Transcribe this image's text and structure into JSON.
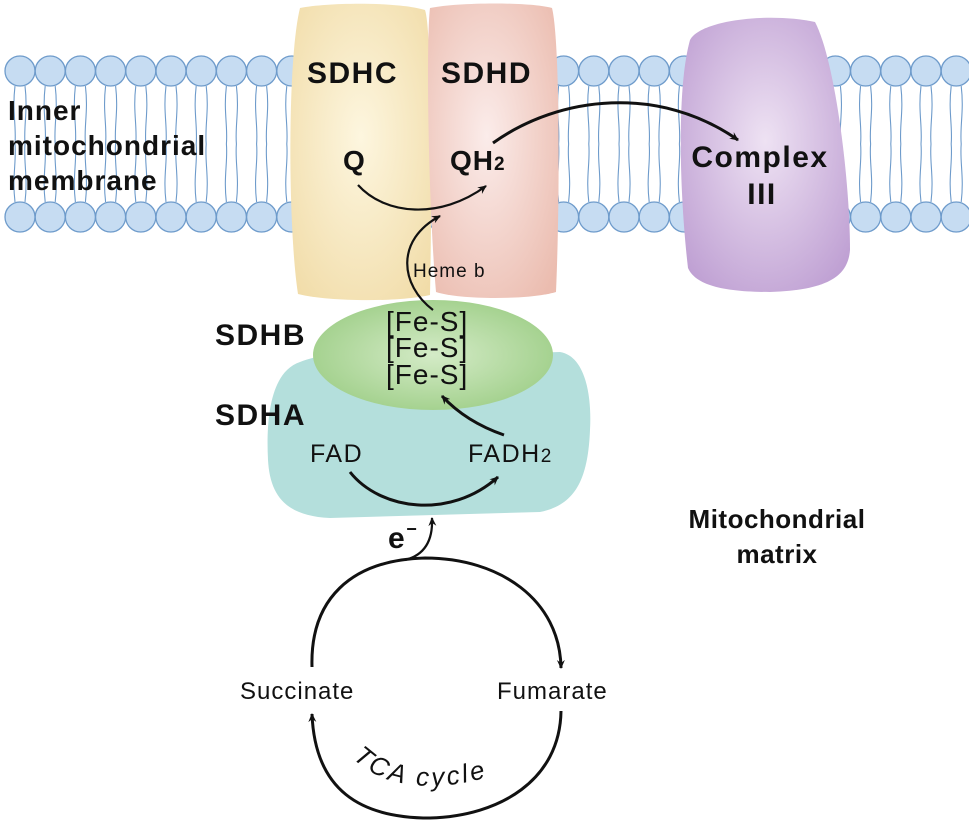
{
  "membrane": {
    "label_lines": [
      "Inner",
      "mitochondrial",
      "membrane"
    ],
    "head_color": "#c6dcf2",
    "outline_color": "#6e9bcb"
  },
  "proteins": {
    "sdhc": {
      "label": "SDHC",
      "color": "#f5e2b4"
    },
    "sdhd": {
      "label": "SDHD",
      "color": "#f0c9bf"
    },
    "sdhb": {
      "label": "SDHB",
      "color": "#a6d28e"
    },
    "sdha": {
      "label": "SDHA",
      "color": "#b4dfdc"
    },
    "complex3": {
      "label_line1": "Complex",
      "label_line2": "III",
      "color": "#c7a8d6"
    }
  },
  "molecules": {
    "q": "Q",
    "qh2_base": "QH",
    "qh2_sub": "2",
    "heme": "Heme b",
    "fes": [
      "[Fe-S]",
      "[Fe-S]",
      "[Fe-S]"
    ],
    "fad": "FAD",
    "fadh2_base": "FADH",
    "fadh2_sub": "2",
    "electron": "e",
    "electron_sup": "−"
  },
  "matrix": {
    "label_lines": [
      "Mitochondrial",
      "matrix"
    ]
  },
  "tca": {
    "succinate": "Succinate",
    "fumarate": "Fumarate",
    "cycle_label": "TCA cycle"
  }
}
